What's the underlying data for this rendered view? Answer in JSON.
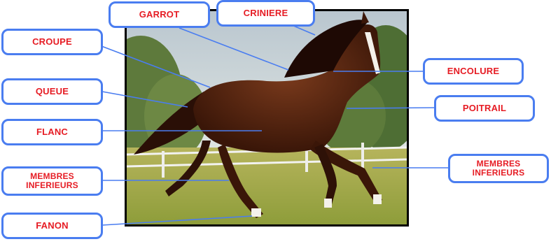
{
  "labels": {
    "garrot": "GARROT",
    "criniere": "CRINIERE",
    "croupe": "CROUPE",
    "queue": "QUEUE",
    "flanc": "FLANC",
    "membres_inferieurs_left": "MEMBRES INFERIEURS",
    "fanon": "FANON",
    "encolure": "ENCOLURE",
    "poitrail": "POITRAIL",
    "membres_inferieurs_right": "MEMBRES INFERIEURS"
  },
  "colors": {
    "label_border": "#4a7df0",
    "label_text": "#e61c24",
    "leader_line": "#4a7df0"
  }
}
